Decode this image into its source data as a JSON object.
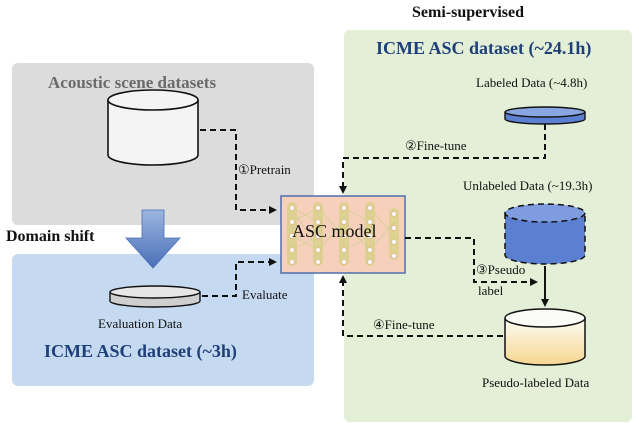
{
  "title": "Semi-supervised",
  "acoustic_panel": {
    "title": "Acoustic scene datasets"
  },
  "domain_shift": {
    "label": "Domain shift"
  },
  "icme_small_panel": {
    "title": "ICME ASC dataset (~3h)",
    "eval_label": "Evaluation Data"
  },
  "semi_panel": {
    "title": "ICME ASC dataset (~24.1h)",
    "labeled_label": "Labeled Data (~4.8h)",
    "unlabeled_label": "Unlabeled Data (~19.3h)",
    "pseudo_labeled_label": "Pseudo-labeled Data"
  },
  "model": {
    "label": "ASC model"
  },
  "steps": {
    "pretrain": "①Pretrain",
    "finetune_1": "②Fine-tune",
    "pseudo_line1": "③Pseudo",
    "pseudo_line2": "label",
    "finetune_2": "④Fine-tune",
    "evaluate": "Evaluate"
  },
  "colors": {
    "acoustic_bg": "#dcdcdc",
    "icme_small_bg": "#c5daf0",
    "semi_bg": "#e3efd7",
    "labeled_db": "#6e8fd6",
    "unlabeled_db": "#5b7fd1",
    "pseudo_db_top": "#fbfbf5",
    "pseudo_db_bottom": "#f6d89a",
    "model_bg": "#f4c8b0",
    "arrow_domain": "#5a7fc4"
  }
}
